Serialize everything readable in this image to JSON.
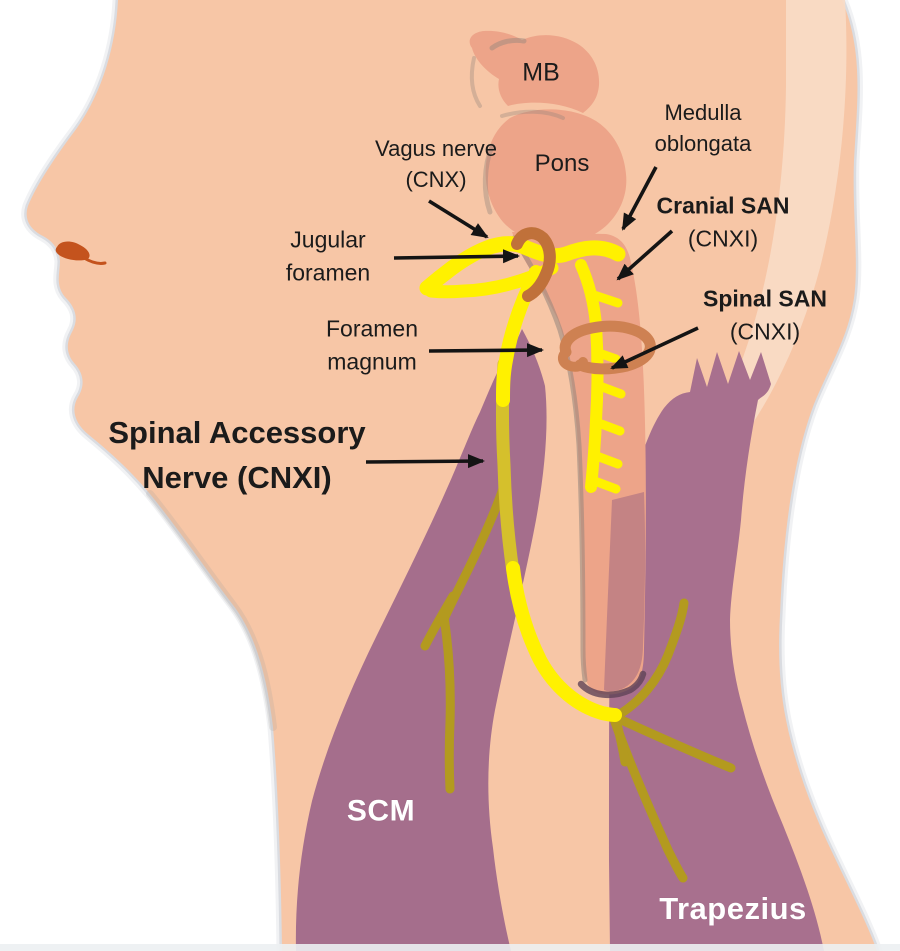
{
  "labels": {
    "mb": "MB",
    "pons": "Pons",
    "medulla_line1": "Medulla",
    "medulla_line2": "oblongata",
    "vagus_line1": "Vagus nerve",
    "vagus_line2": "(CNX)",
    "cranial_line1": "Cranial SAN",
    "cranial_line2": "(CNXI)",
    "spinal_san_line1": "Spinal SAN",
    "spinal_san_line2": "(CNXI)",
    "jugular_line1": "Jugular",
    "jugular_line2": "foramen",
    "foramen_line1": "Foramen",
    "foramen_line2": "magnum",
    "san_line1": "Spinal Accessory",
    "san_line2": "Nerve (CNXI)",
    "scm": "SCM",
    "trapezius": "Trapezius"
  },
  "colors": {
    "background": "#FFFFFF",
    "skin": "#F7C6A6",
    "skin_highlight": "#F8DCC6",
    "brainstem": "#EDA489",
    "muscle_purple": "#A56E8C",
    "nerve_yellow": "#FFF100",
    "nerve_olive": "#B39A1F",
    "jugular_ring_orange": "#C0713A",
    "foramen_ring_orange": "#CE8152",
    "nostril_orange": "#C4531D",
    "arrow_black": "#141414",
    "label_dark": "#1B1B1B",
    "label_light": "#FFFFFF"
  }
}
